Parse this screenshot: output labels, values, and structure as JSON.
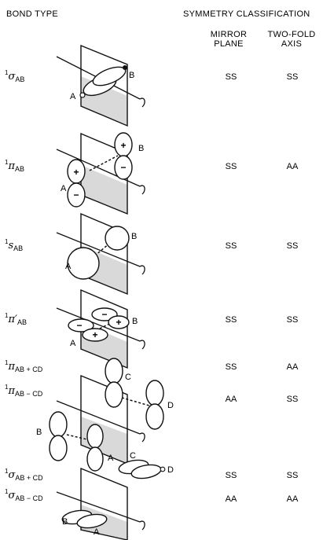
{
  "header": {
    "bond_type": "BOND TYPE",
    "symmetry": "SYMMETRY CLASSIFICATION",
    "mirror_line1": "MIRROR",
    "mirror_line2": "PLANE",
    "twofold_line1": "TWO-FOLD",
    "twofold_line2": "AXIS"
  },
  "rows": [
    {
      "sup": "1",
      "sym": "σ",
      "prime": "",
      "sub": "AB",
      "mirror": "SS",
      "twofold": "SS"
    },
    {
      "sup": "1",
      "sym": "π",
      "prime": "",
      "sub": "AB",
      "mirror": "SS",
      "twofold": "AA"
    },
    {
      "sup": "1",
      "sym": "s",
      "prime": "",
      "sub": "AB",
      "mirror": "SS",
      "twofold": "SS"
    },
    {
      "sup": "1",
      "sym": "π",
      "prime": "′",
      "sub": "AB",
      "mirror": "SS",
      "twofold": "SS"
    },
    {
      "sup": "1",
      "sym": "π",
      "prime": "",
      "sub": "AB + CD",
      "mirror": "SS",
      "twofold": "AA"
    },
    {
      "sup": "1",
      "sym": "π",
      "prime": "",
      "sub": "AB − CD",
      "mirror": "AA",
      "twofold": "SS"
    },
    {
      "sup": "1",
      "sym": "σ",
      "prime": "",
      "sub": "AB + CD",
      "mirror": "SS",
      "twofold": "SS"
    },
    {
      "sup": "1",
      "sym": "σ",
      "prime": "",
      "sub": "AB − CD",
      "mirror": "AA",
      "twofold": "AA"
    }
  ],
  "atoms": {
    "a": "A",
    "b": "B",
    "c": "C",
    "d": "D"
  },
  "signs": {
    "plus": "+",
    "minus": "−"
  }
}
